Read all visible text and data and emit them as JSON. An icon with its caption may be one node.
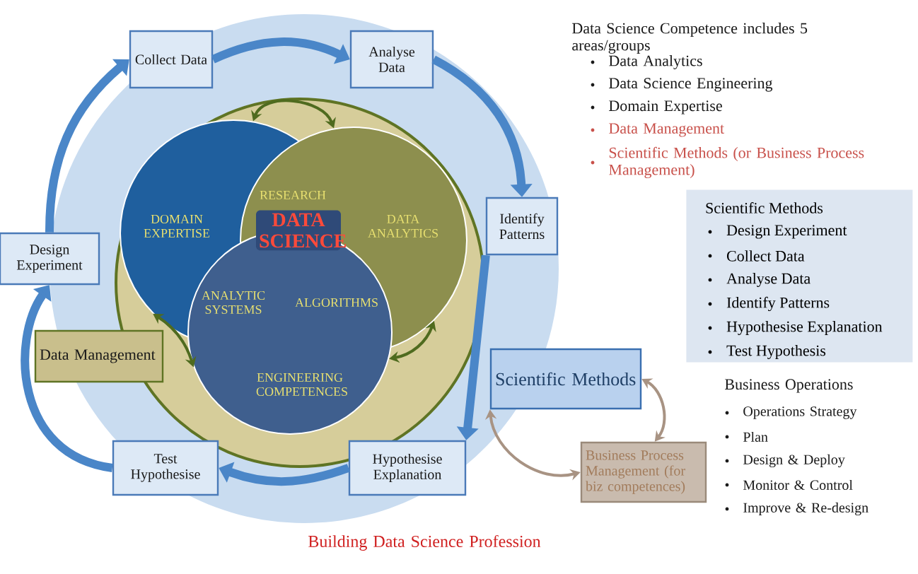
{
  "diagram": {
    "caption": "Building Data Science Profession",
    "nodes": [
      {
        "text": [
          "Collect Data"
        ]
      },
      {
        "text": [
          "Analyse Data"
        ]
      },
      {
        "text": [
          "Identify Patterns"
        ]
      },
      {
        "text": [
          "Hypothesise Explanation"
        ]
      },
      {
        "text": [
          "Test Hypothesise"
        ]
      },
      {
        "text": [
          "Design Experiment"
        ]
      },
      {
        "text": [
          "Data Management"
        ]
      },
      {
        "text": [
          "Scientific Methods"
        ]
      },
      {
        "text": [
          "Business Process Management (for biz competences)"
        ]
      },
      {
        "text": [
          "DOMAIN EXPERTISE"
        ]
      },
      {
        "text": [
          "DATA ANALYTICS"
        ]
      },
      {
        "text": [
          "ENGINEERING COMPETENCES"
        ]
      },
      {
        "text": [
          "Scientific Methods",
          "Design Experiment",
          "Collect Data",
          "Analyse Data",
          "Identify Patterns",
          "Hypothesise Explanation",
          "Test Hypothesis"
        ]
      }
    ],
    "edges": [
      {
        "from": 0,
        "to": 1,
        "arrow": "to"
      },
      {
        "from": 1,
        "to": 2,
        "arrow": "to"
      },
      {
        "from": 2,
        "to": 3,
        "arrow": "to"
      },
      {
        "from": 3,
        "to": 4,
        "arrow": "to"
      },
      {
        "from": 4,
        "to": 5,
        "arrow": "to"
      },
      {
        "from": 5,
        "to": 0,
        "arrow": "to"
      },
      {
        "from": 9,
        "to": 10,
        "arrow": "both",
        "color": "#4f6b1f"
      },
      {
        "from": 10,
        "to": 11,
        "arrow": "both",
        "color": "#4f6b1f"
      },
      {
        "from": 9,
        "to": 11,
        "arrow": "both",
        "color": "#4f6b1f"
      },
      {
        "from": 7,
        "to": 8,
        "arrow": "both",
        "color": "#a89383"
      },
      {
        "from": 7,
        "to": 8,
        "arrow": "both",
        "color": "#a89383"
      }
    ],
    "labels": [
      "RESEARCH",
      "DATA SCIENCE",
      "ANALYTIC SYSTEMS",
      "ALGORITHMS",
      "Data Science Competence includes 5 areas/groups",
      "Data Analytics",
      "Data Science Engineering",
      "Domain Expertise",
      "Data Management",
      "Scientific Methods (or Business Process Management)",
      "Business Operations",
      "Operations Strategy",
      "Plan",
      "Design & Deploy",
      "Monitor & Control",
      "Improve & Re-design"
    ]
  }
}
